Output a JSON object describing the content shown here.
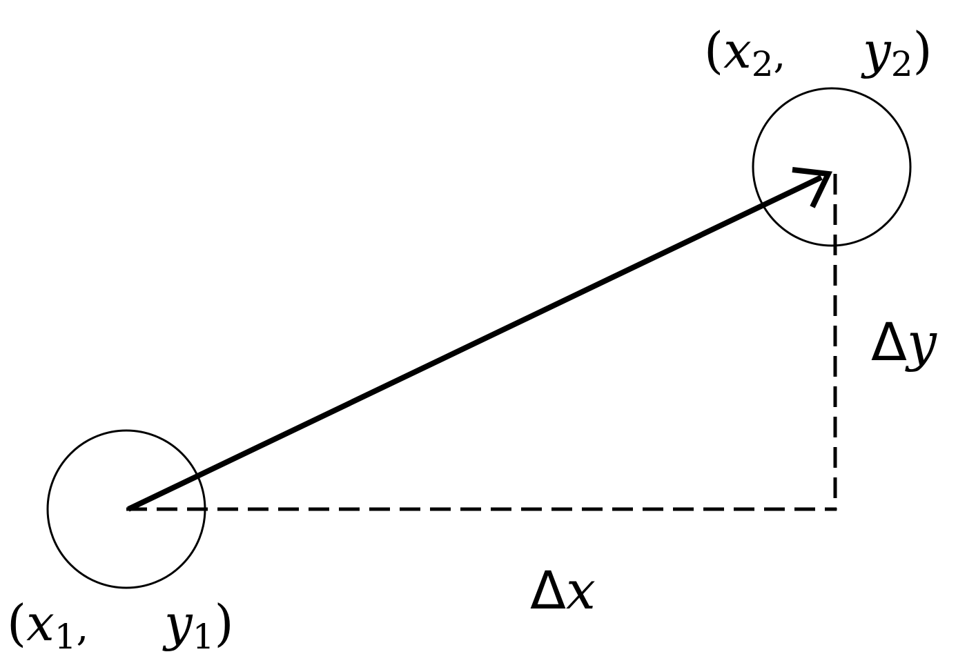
{
  "diagram": {
    "start_point": {
      "open": "(",
      "x_var": "x",
      "x_sub": "1",
      "sep": ",",
      "y_var": "y",
      "y_sub": "1",
      "close": ")"
    },
    "end_point": {
      "open": "(",
      "x_var": "x",
      "x_sub": "2",
      "sep": ",",
      "y_var": "y",
      "y_sub": "2",
      "close": ")"
    },
    "delta_x": {
      "symbol": "Δ",
      "var": "x"
    },
    "delta_y": {
      "symbol": "Δ",
      "var": "y"
    },
    "colors": {
      "stroke": "#000000",
      "background": "#ffffff"
    }
  }
}
